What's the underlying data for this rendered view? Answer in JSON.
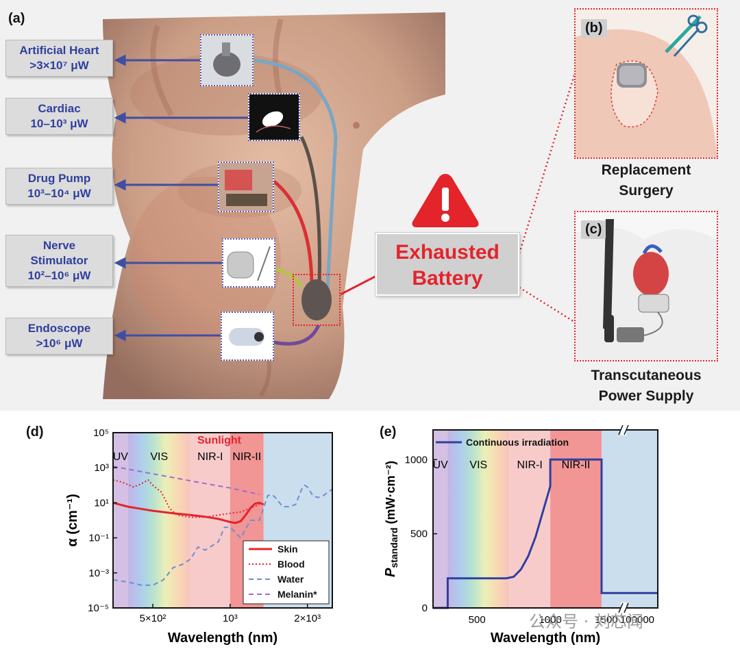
{
  "panel_a": {
    "letter": "(a)",
    "devices": [
      {
        "name": "Artificial Heart",
        "power_lines": [
          "Artificial Heart",
          ">3×10⁷ μW"
        ]
      },
      {
        "name": "Cardiac",
        "power_lines": [
          "Cardiac",
          "10–10³ μW"
        ]
      },
      {
        "name": "Drug Pump",
        "power_lines": [
          "Drug Pump",
          "10³–10⁴ μW"
        ]
      },
      {
        "name": "Nerve Stimulator",
        "power_lines": [
          "Nerve",
          "Stimulator",
          "10²–10⁶ μW"
        ]
      },
      {
        "name": "Endoscope",
        "power_lines": [
          "Endoscope",
          ">10⁶ μW"
        ]
      }
    ],
    "battery_lines": [
      "Exhausted",
      "Battery"
    ],
    "warning_icon": "warning-triangle-icon",
    "colors": {
      "label_text": "#2f3f9e",
      "warning": "#e3242b"
    }
  },
  "panel_b": {
    "letter": "(b)",
    "caption_lines": [
      "Replacement",
      "Surgery"
    ],
    "icon": "scissors-icon"
  },
  "panel_c": {
    "letter": "(c)",
    "caption_lines": [
      "Transcutaneous",
      "Power Supply"
    ]
  },
  "chart_data": [
    {
      "panel": "(d)",
      "type": "line",
      "xlabel": "Wavelength (nm)",
      "ylabel": "α (cm⁻¹)",
      "x_scale": "log",
      "y_scale": "log",
      "xlim": [
        350,
        2500
      ],
      "ylim": [
        1e-05,
        100000
      ],
      "x_ticks": [
        "5×10²",
        "10³",
        "2×10³"
      ],
      "x_tick_values": [
        500,
        1000,
        2000
      ],
      "y_ticks": [
        "10⁻⁵",
        "10⁻³",
        "10⁻¹",
        "10¹",
        "10³",
        "10⁵"
      ],
      "y_tick_values": [
        1e-05,
        0.001,
        0.1,
        10,
        1000,
        100000
      ],
      "regions": [
        {
          "label": "UV",
          "from": 350,
          "to": 400,
          "color": "#cdb5df"
        },
        {
          "label": "VIS",
          "from": 400,
          "to": 700,
          "color": "rainbow"
        },
        {
          "label": "NIR-I",
          "from": 700,
          "to": 1000,
          "color": "#f7c2c2"
        },
        {
          "label": "NIR-II",
          "from": 1000,
          "to": 1350,
          "color": "#ef8383"
        },
        {
          "label": "",
          "from": 1350,
          "to": 2500,
          "color": "#c2d8ea"
        }
      ],
      "annotation": "Sunlight",
      "legend_position": "bottom-right",
      "series": [
        {
          "name": "Skin",
          "style": "solid",
          "color": "#e3242b",
          "x": [
            350,
            400,
            450,
            500,
            600,
            700,
            800,
            900,
            1000,
            1050,
            1100,
            1150,
            1200,
            1250,
            1300,
            1350
          ],
          "y": [
            10,
            6,
            4.5,
            3.5,
            2.5,
            2,
            1.6,
            1.2,
            0.8,
            0.7,
            0.9,
            2,
            5,
            9,
            10,
            8
          ]
        },
        {
          "name": "Blood",
          "style": "dotted",
          "color": "#e3242b",
          "x": [
            350,
            380,
            420,
            450,
            480,
            500,
            540,
            580,
            620,
            700,
            800,
            900,
            1000,
            1100,
            1200,
            1300
          ],
          "y": [
            200,
            150,
            80,
            120,
            200,
            100,
            40,
            5,
            2,
            1.5,
            1.5,
            2,
            2.5,
            3,
            5,
            8
          ]
        },
        {
          "name": "Water",
          "style": "dashed",
          "color": "#6b8fd1",
          "x": [
            350,
            400,
            450,
            500,
            550,
            600,
            650,
            700,
            750,
            800,
            900,
            950,
            1000,
            1100,
            1200,
            1300,
            1400,
            1450,
            1500,
            1600,
            1700,
            1800,
            1900,
            1950,
            2000,
            2100,
            2200,
            2300,
            2500
          ],
          "y": [
            0.0004,
            0.0003,
            0.0002,
            0.0002,
            0.0004,
            0.002,
            0.003,
            0.006,
            0.03,
            0.02,
            0.06,
            0.4,
            0.4,
            0.1,
            1,
            1,
            25,
            30,
            20,
            6,
            6,
            8,
            60,
            100,
            80,
            25,
            20,
            25,
            60
          ]
        },
        {
          "name": "Melanin*",
          "style": "dashed",
          "color": "#a06ad0",
          "x": [
            350,
            500,
            700,
            1000,
            1300
          ],
          "y": [
            1200,
            450,
            180,
            70,
            30
          ]
        }
      ]
    },
    {
      "panel": "(e)",
      "type": "line",
      "xlabel": "Wavelength (nm)",
      "ylabel": "P_standard (mW·cm⁻²)",
      "ylabel_main": "P",
      "ylabel_sub": "standard",
      "ylabel_unit": " (mW·cm⁻²)",
      "x_ticks": [
        "500",
        "1000",
        "1500",
        "100000"
      ],
      "y_ticks": [
        "0",
        "500",
        "1000"
      ],
      "ylim": [
        0,
        1200
      ],
      "regions": [
        {
          "label": "UV"
        },
        {
          "label": "VIS"
        },
        {
          "label": "NIR-I"
        },
        {
          "label": "NIR-II"
        },
        {
          "label": ""
        }
      ],
      "legend_position": "top-left",
      "series": [
        {
          "name": "Continuous irradiation",
          "color": "#2f3f9e",
          "x": [
            200,
            300,
            300,
            700,
            750,
            800,
            850,
            900,
            950,
            1000,
            1000,
            1350,
            1350,
            1600
          ],
          "y": [
            0,
            0,
            200,
            200,
            210,
            260,
            350,
            480,
            650,
            820,
            1000,
            1000,
            100,
            100
          ]
        }
      ]
    }
  ],
  "watermark": "公众号 · 刘芯闻"
}
